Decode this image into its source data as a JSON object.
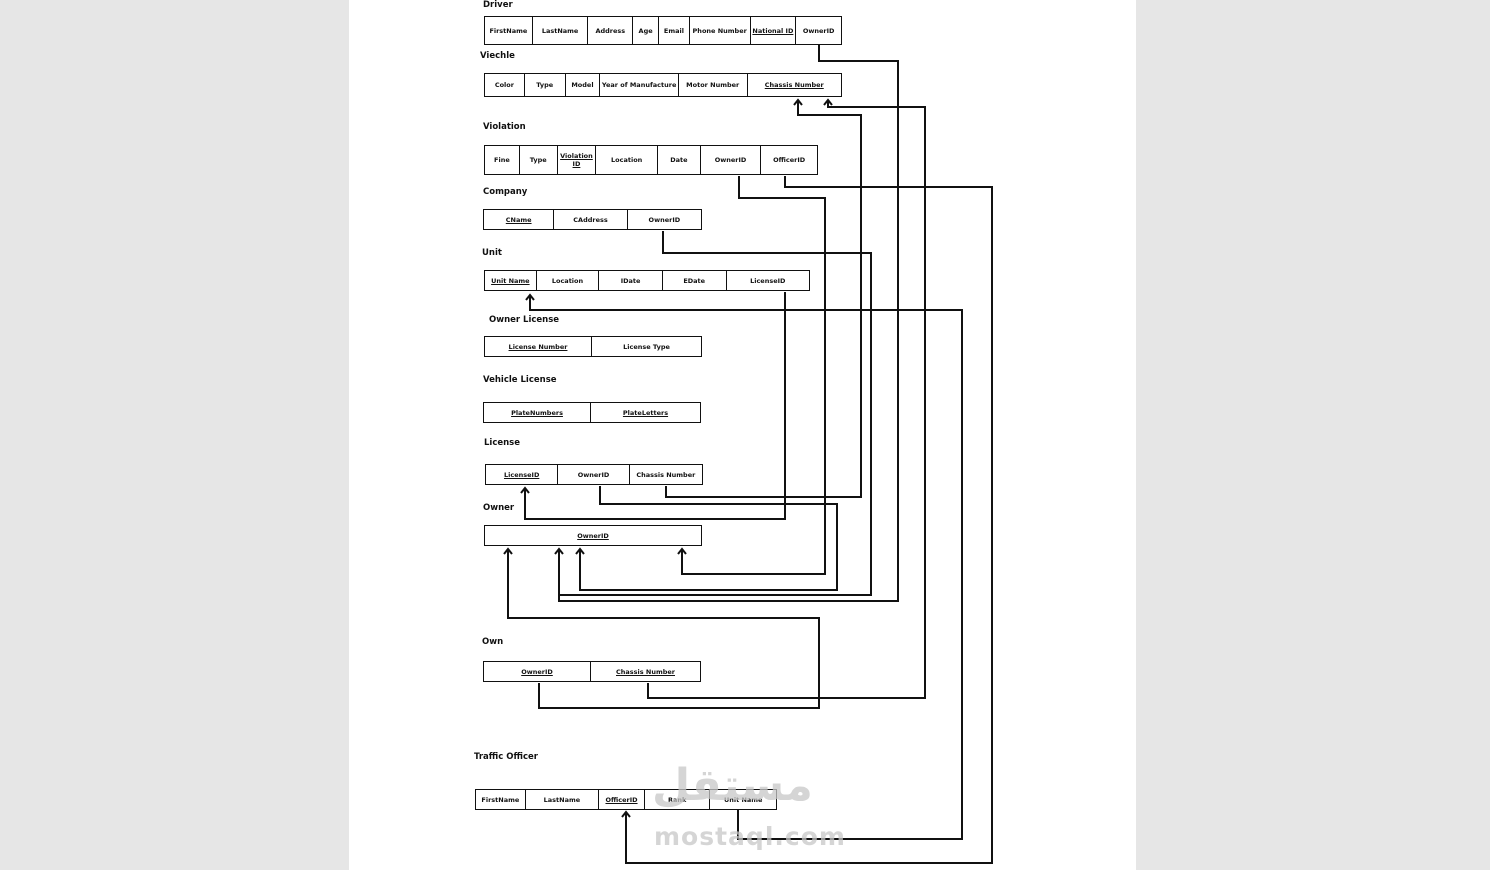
{
  "tables": [
    {
      "id": "driver",
      "title": "Driver",
      "cols": [
        {
          "label": "FirstName",
          "pk": false
        },
        {
          "label": "LastName",
          "pk": false
        },
        {
          "label": "Address",
          "pk": false
        },
        {
          "label": "Age",
          "pk": false
        },
        {
          "label": "Email",
          "pk": false
        },
        {
          "label": "Phone Number",
          "pk": false
        },
        {
          "label": "National ID",
          "pk": true
        },
        {
          "label": "OwnerID",
          "pk": false
        }
      ]
    },
    {
      "id": "viechle",
      "title": "Viechle",
      "cols": [
        {
          "label": "Color",
          "pk": false
        },
        {
          "label": "Type",
          "pk": false
        },
        {
          "label": "Model",
          "pk": false
        },
        {
          "label": "Year of Manufacture",
          "pk": false
        },
        {
          "label": "Motor Number",
          "pk": false
        },
        {
          "label": "Chassis Number",
          "pk": true
        }
      ]
    },
    {
      "id": "violation",
      "title": "Violation",
      "cols": [
        {
          "label": "Fine",
          "pk": false
        },
        {
          "label": "Type",
          "pk": false
        },
        {
          "label": "Violation ID",
          "pk": true
        },
        {
          "label": "Location",
          "pk": false
        },
        {
          "label": "Date",
          "pk": false
        },
        {
          "label": "OwnerID",
          "pk": false
        },
        {
          "label": "OfficerID",
          "pk": false
        }
      ]
    },
    {
      "id": "company",
      "title": "Company",
      "cols": [
        {
          "label": "CName",
          "pk": true
        },
        {
          "label": "CAddress",
          "pk": false
        },
        {
          "label": "OwnerID",
          "pk": false
        }
      ]
    },
    {
      "id": "unit",
      "title": "Unit",
      "cols": [
        {
          "label": "Unit Name",
          "pk": true
        },
        {
          "label": "Location",
          "pk": false
        },
        {
          "label": "IDate",
          "pk": false
        },
        {
          "label": "EDate",
          "pk": false
        },
        {
          "label": "LicenseID",
          "pk": false
        }
      ]
    },
    {
      "id": "owner_license",
      "title": "Owner License",
      "cols": [
        {
          "label": "License Number",
          "pk": true
        },
        {
          "label": "License Type",
          "pk": false
        }
      ]
    },
    {
      "id": "vehicle_license",
      "title": "Vehicle License",
      "cols": [
        {
          "label": "PlateNumbers",
          "pk": true
        },
        {
          "label": "PlateLetters",
          "pk": true
        }
      ]
    },
    {
      "id": "license",
      "title": "License",
      "cols": [
        {
          "label": "LicenseID",
          "pk": true
        },
        {
          "label": "OwnerID",
          "pk": false
        },
        {
          "label": "Chassis Number",
          "pk": false
        }
      ]
    },
    {
      "id": "owner",
      "title": "Owner",
      "cols": [
        {
          "label": "OwnerID",
          "pk": true
        }
      ]
    },
    {
      "id": "own",
      "title": "Own",
      "cols": [
        {
          "label": "OwnerID",
          "pk": true
        },
        {
          "label": "Chassis Number",
          "pk": true
        }
      ]
    },
    {
      "id": "traffic_officer",
      "title": "Traffic Officer",
      "cols": [
        {
          "label": "FirstName",
          "pk": false
        },
        {
          "label": "LastName",
          "pk": false
        },
        {
          "label": "OfficerID",
          "pk": true
        },
        {
          "label": "Rank",
          "pk": false
        },
        {
          "label": "Unit Name",
          "pk": false
        }
      ]
    }
  ],
  "relationships": [
    {
      "from": "Driver.OwnerID",
      "to": "Owner.OwnerID"
    },
    {
      "from": "Violation.OwnerID",
      "to": "Owner.OwnerID"
    },
    {
      "from": "Violation.OfficerID",
      "to": "Traffic Officer.OfficerID"
    },
    {
      "from": "Company.OwnerID",
      "to": "Owner.OwnerID"
    },
    {
      "from": "Unit.LicenseID",
      "to": "License.LicenseID"
    },
    {
      "from": "License.OwnerID",
      "to": "Owner.OwnerID"
    },
    {
      "from": "License.Chassis Number",
      "to": "Viechle.Chassis Number"
    },
    {
      "from": "Own.OwnerID",
      "to": "Owner.OwnerID"
    },
    {
      "from": "Own.Chassis Number",
      "to": "Viechle.Chassis Number"
    },
    {
      "from": "Traffic Officer.Unit Name",
      "to": "Unit.Unit Name"
    }
  ],
  "watermark": {
    "arabic": "مستقل",
    "latin": "mostaql.com"
  }
}
